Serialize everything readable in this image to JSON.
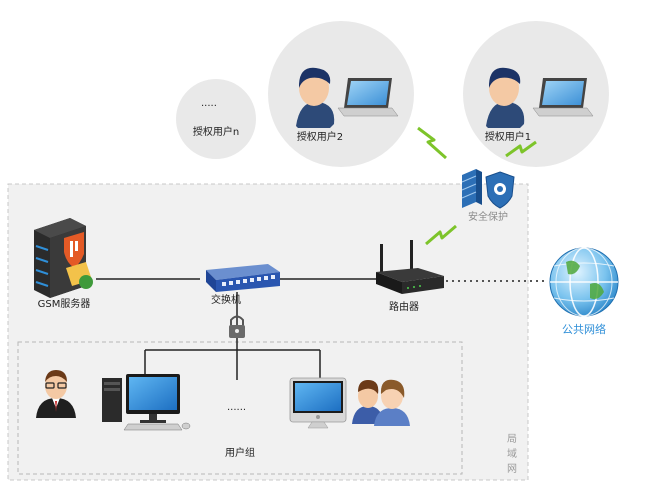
{
  "users": {
    "n_label": "授权用户n",
    "n_dots": ".....",
    "u2_label": "授权用户2",
    "u1_label": "授权用户1"
  },
  "security": {
    "label": "安全保护"
  },
  "network": {
    "gsm_label": "GSM服务器",
    "switch_label": "交换机",
    "router_label": "路由器",
    "internet_label": "公共网络",
    "lan_label_chars": [
      "局",
      "域",
      "网"
    ]
  },
  "user_group": {
    "label": "用户组",
    "dots": "......"
  },
  "colors": {
    "accent_blue": "#2f8fd8",
    "lightning_green": "#7dc42a",
    "lan_area": "#f0f0f0",
    "bubble": "#e9e9e9"
  }
}
